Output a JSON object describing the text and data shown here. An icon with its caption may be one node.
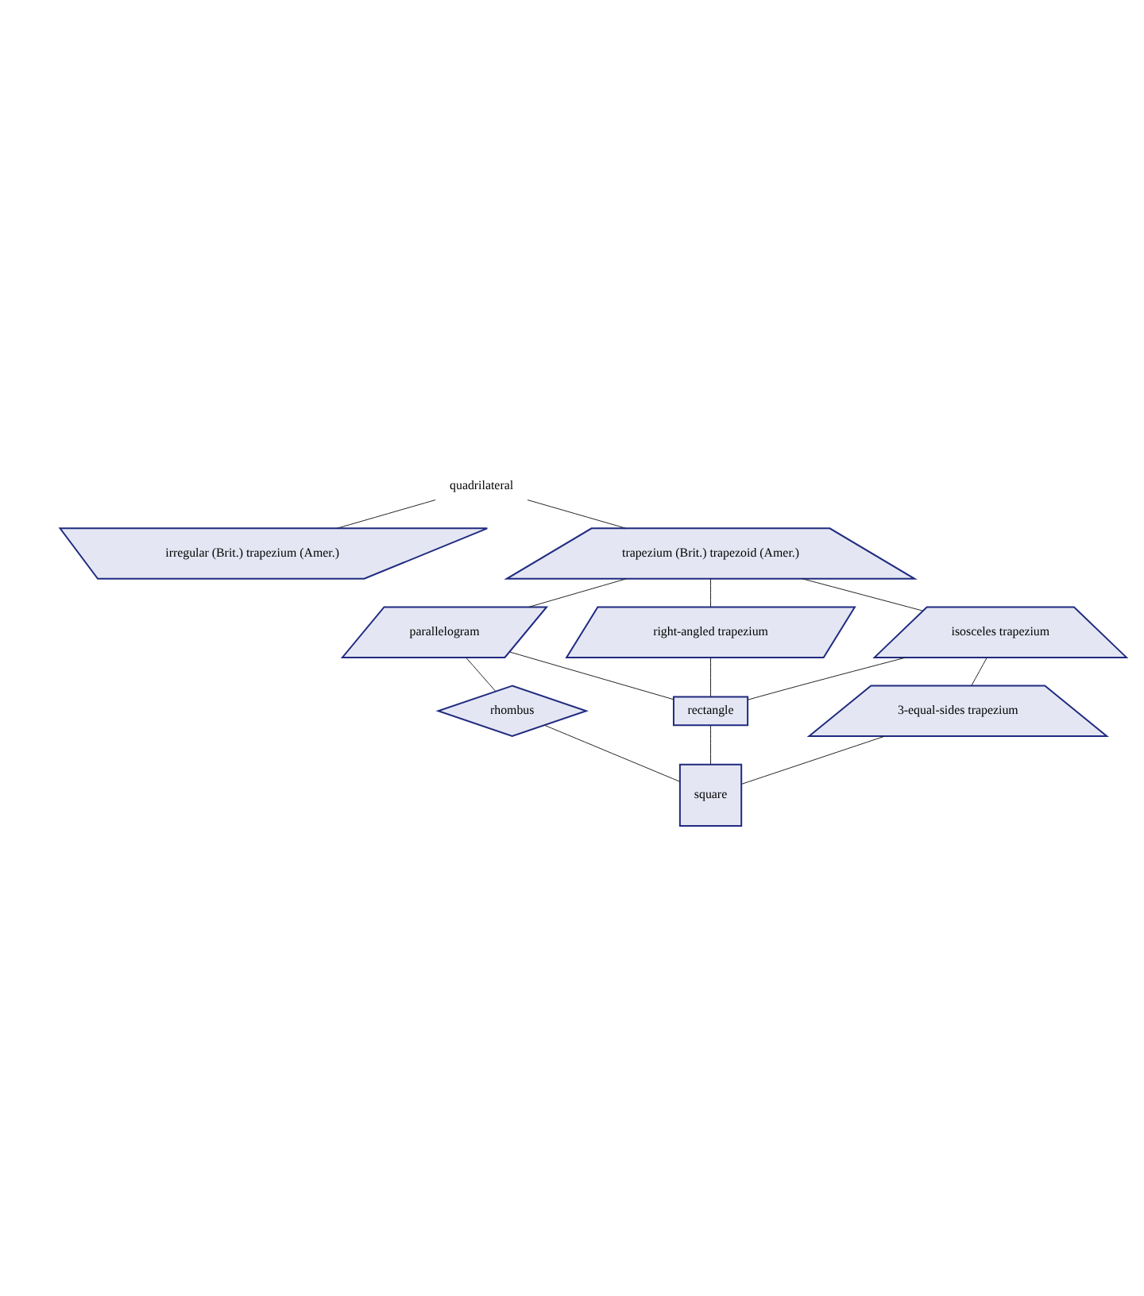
{
  "diagram": {
    "nodes": [
      {
        "text": [
          "quadrilateral"
        ]
      },
      {
        "text": [
          "irregular (Brit.) trapezium (Amer.)"
        ]
      },
      {
        "text": [
          "trapezium (Brit.) trapezoid (Amer.)"
        ]
      },
      {
        "text": [
          "parallelogram"
        ]
      },
      {
        "text": [
          "right-angled trapezium"
        ]
      },
      {
        "text": [
          "isosceles trapezium"
        ]
      },
      {
        "text": [
          "rhombus"
        ]
      },
      {
        "text": [
          "rectangle"
        ]
      },
      {
        "text": [
          "3-equal-sides trapezium"
        ]
      },
      {
        "text": [
          "square"
        ]
      }
    ],
    "edges": [
      {
        "from": 0,
        "to": 1,
        "arrow": "none"
      },
      {
        "from": 0,
        "to": 2,
        "arrow": "none"
      },
      {
        "from": 2,
        "to": 3,
        "arrow": "none"
      },
      {
        "from": 2,
        "to": 4,
        "arrow": "none"
      },
      {
        "from": 2,
        "to": 5,
        "arrow": "none"
      },
      {
        "from": 3,
        "to": 6,
        "arrow": "none"
      },
      {
        "from": 3,
        "to": 7,
        "arrow": "none"
      },
      {
        "from": 4,
        "to": 7,
        "arrow": "none"
      },
      {
        "from": 5,
        "to": 7,
        "arrow": "none"
      },
      {
        "from": 5,
        "to": 8,
        "arrow": "none"
      },
      {
        "from": 6,
        "to": 9,
        "arrow": "none"
      },
      {
        "from": 7,
        "to": 9,
        "arrow": "none"
      },
      {
        "from": 8,
        "to": 9,
        "arrow": "none"
      }
    ]
  }
}
